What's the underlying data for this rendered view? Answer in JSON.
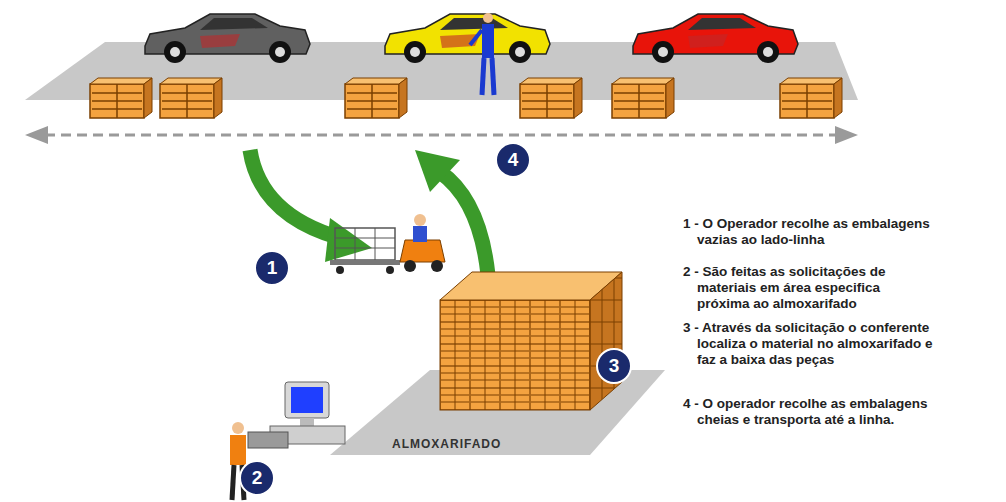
{
  "diagram": {
    "labels": [
      "1",
      "2",
      "3",
      "4",
      "ALMOXARIFADO",
      "1 - O Operador recolhe as embalagens vazias ao lado-linha",
      "2 - São feitas as solicitações de materiais em área especifica próxima ao almoxarifado",
      "3 - Através da solicitação o conferente localiza o material no almoxarifado e faz a baixa das peças",
      "4 - O operador recolhe as embalagens cheias e transporta até a linha."
    ]
  }
}
